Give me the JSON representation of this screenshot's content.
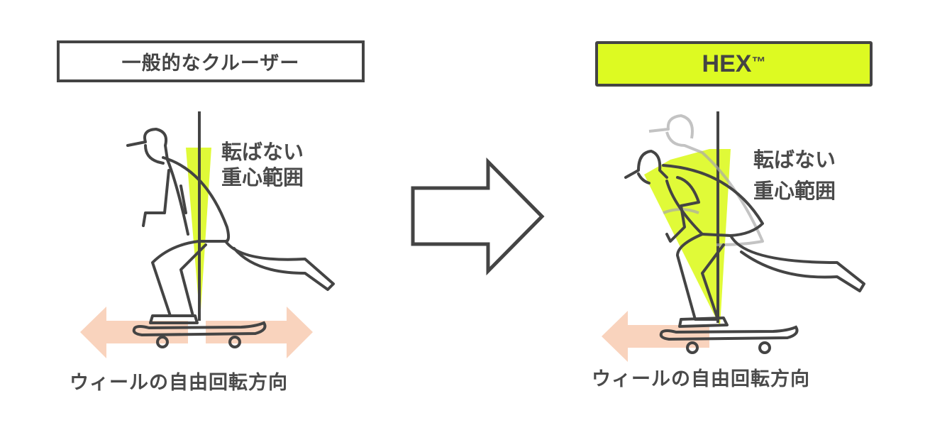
{
  "left_panel": {
    "title": "一般的なクルーザー",
    "caption_line1": "転ばない",
    "caption_line2": "重心範囲",
    "bottom_label": "ウィールの自由回転方向"
  },
  "right_panel": {
    "title": "HEX",
    "title_mark": "™",
    "caption_line1": "転ばない",
    "caption_line2": "重心範囲",
    "bottom_label": "ウィールの自由回転方向"
  },
  "colors": {
    "accent": "#ddfa22",
    "arrow_orange": "#f9d3bd",
    "ink": "#444444"
  }
}
